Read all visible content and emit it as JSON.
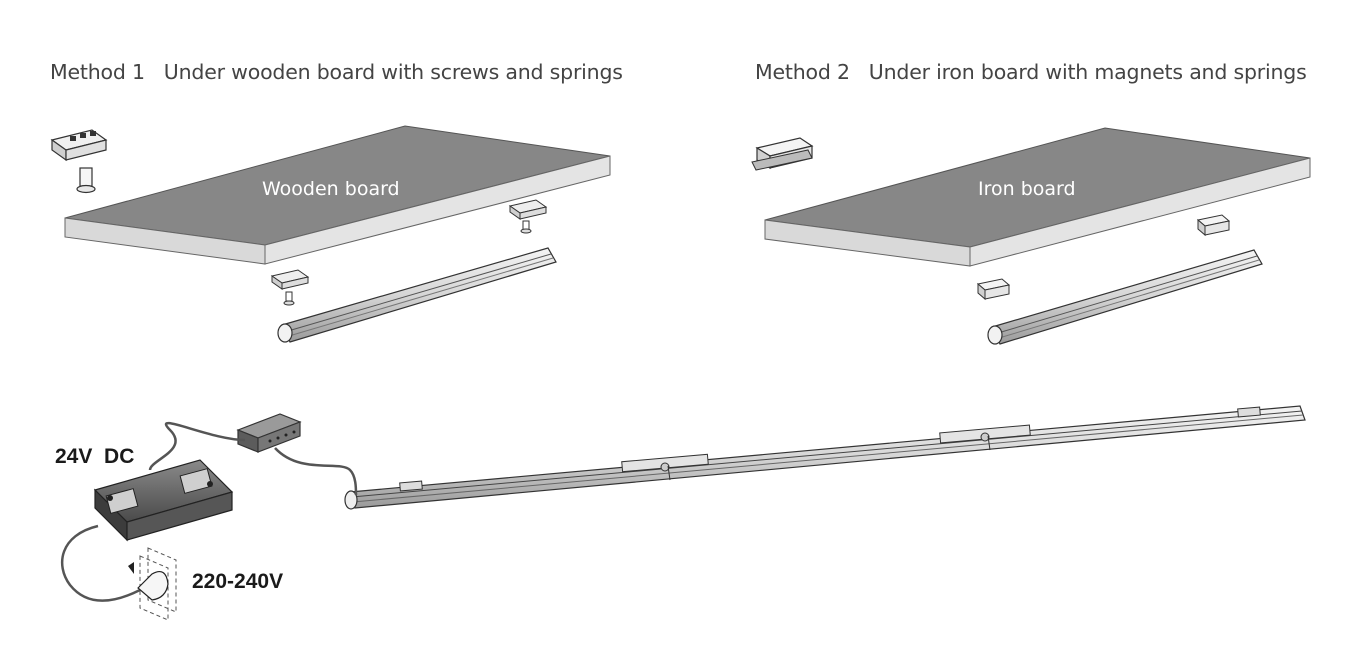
{
  "methods": [
    {
      "label": "Method 1   Under wooden board with screws and springs",
      "board_label": "Wooden board"
    },
    {
      "label": "Method 2   Under iron board with magnets and springs",
      "board_label": "Iron board"
    }
  ],
  "wiring": {
    "dc_label": "24V  DC",
    "ac_label": "220-240V"
  },
  "colors": {
    "board_top": "#878787",
    "board_edge": "#d8d8d8",
    "line": "#333333"
  }
}
